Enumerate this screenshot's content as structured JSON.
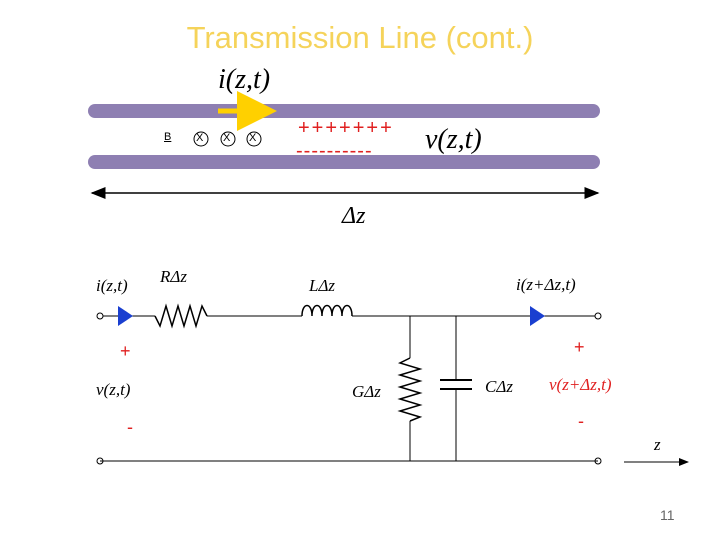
{
  "title": "Transmission Line (cont.)",
  "top": {
    "current_label": "i(z,t)",
    "voltage_label": "v(z,t)",
    "b_label": "B",
    "x_marks": [
      "X",
      "X",
      "X"
    ],
    "plus_row": "+++++++",
    "minus_row": "----------",
    "delta_z": "Δz"
  },
  "circuit": {
    "i_left": "i(z,t)",
    "r_label": "RΔz",
    "l_label": "LΔz",
    "i_right": "i(z+Δz,t)",
    "plus_left": "+",
    "plus_right": "+",
    "v_left": "v(z,t)",
    "g_label": "GΔz",
    "c_label": "CΔz",
    "v_right": "v(z+Δz,t)",
    "minus_left": "-",
    "minus_right": "-",
    "z_axis": "z"
  },
  "page_number": "11",
  "colors": {
    "rail": "#8e7fb2",
    "title": "#f5d35a",
    "current_arrow": "#ffd000",
    "plus_minus": "#e02020",
    "terminal_arrow": "#1a3fd0"
  }
}
